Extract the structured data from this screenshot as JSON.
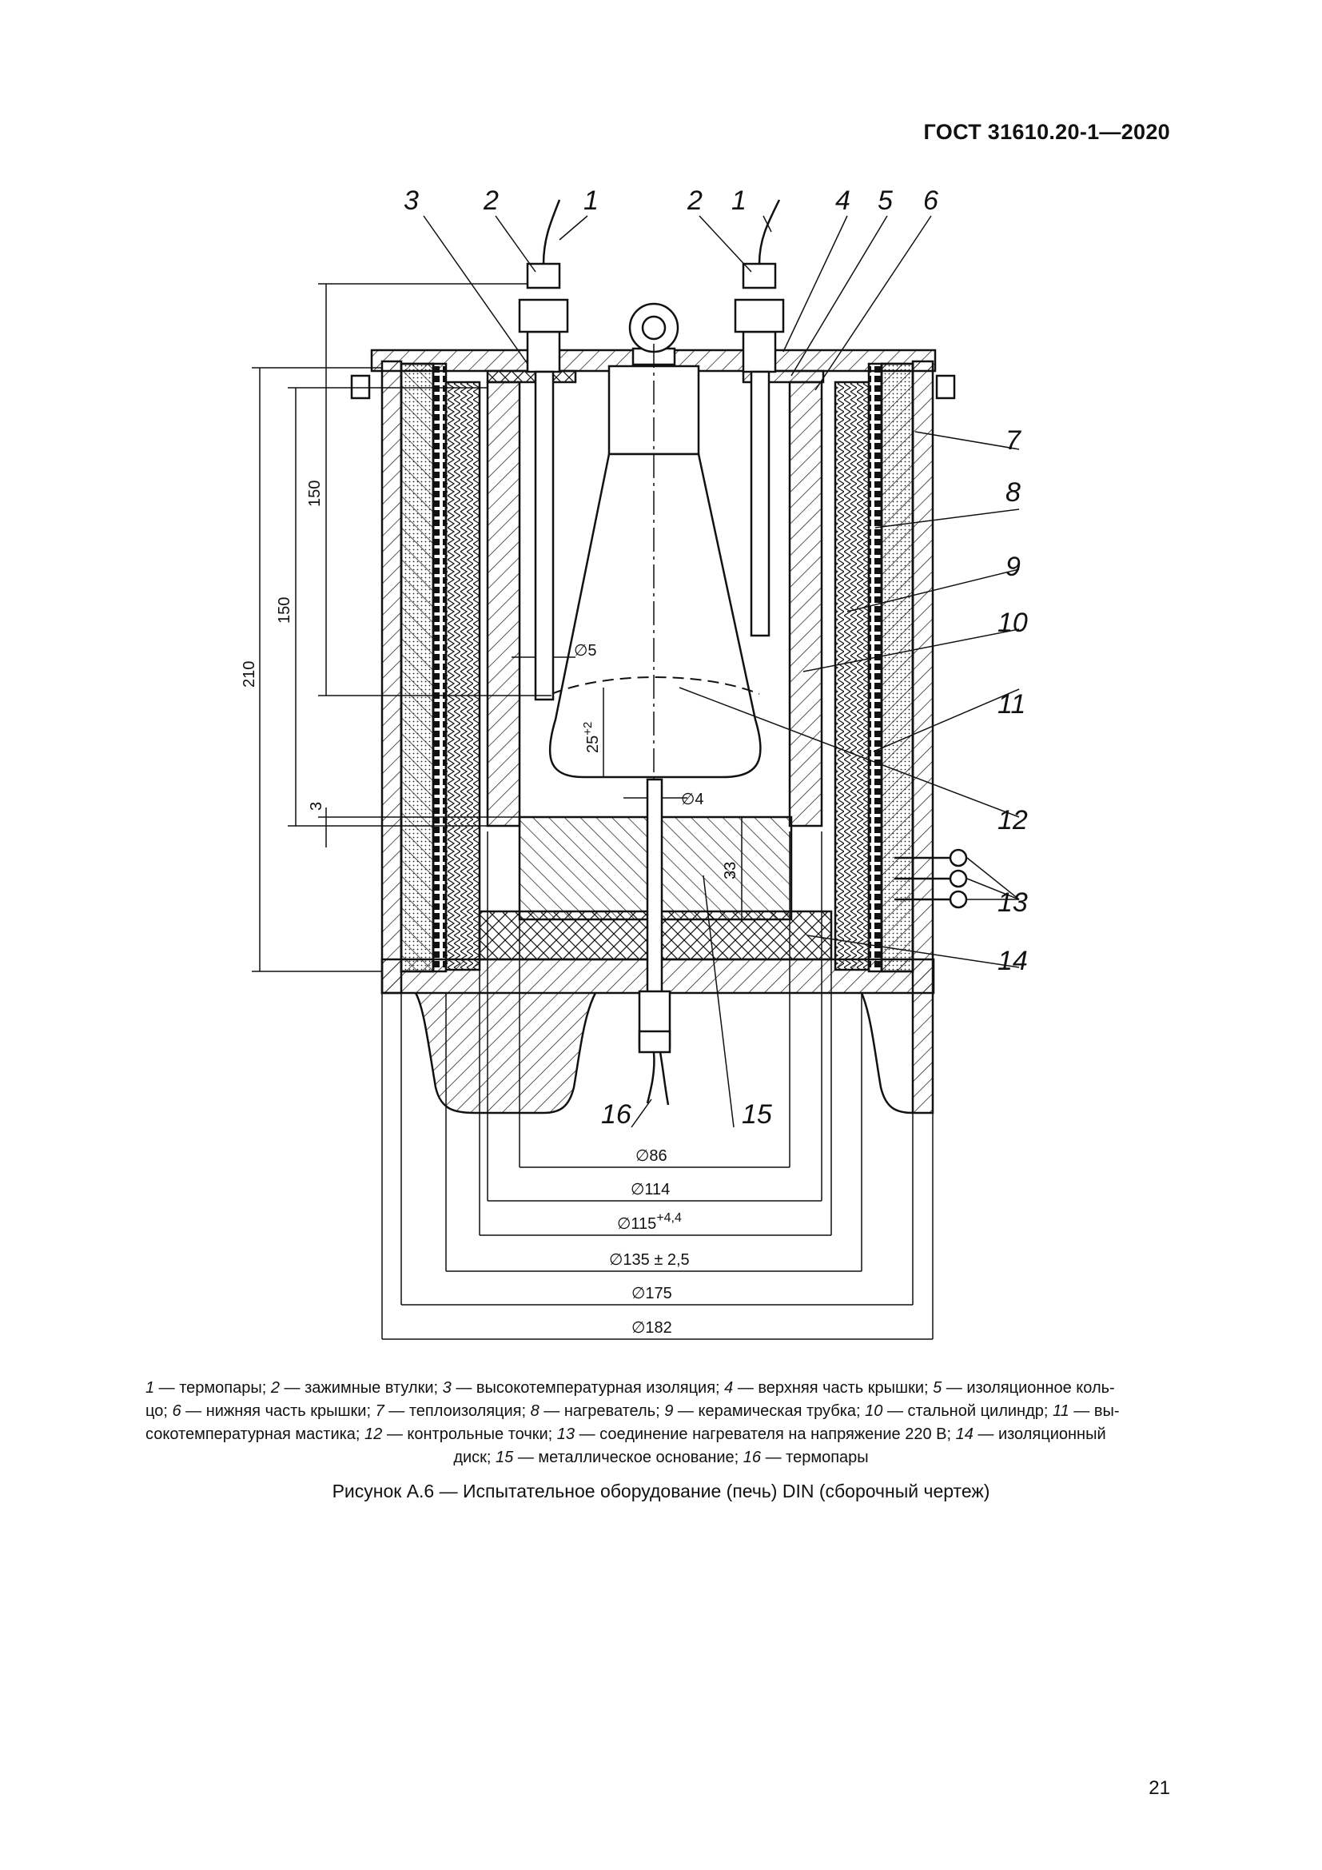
{
  "header": {
    "standard": "ГОСТ 31610.20-1—2020"
  },
  "callouts": [
    "1",
    "2",
    "3",
    "4",
    "5",
    "6",
    "7",
    "8",
    "9",
    "10",
    "11",
    "12",
    "13",
    "14",
    "15",
    "16"
  ],
  "dimensions": {
    "h210": "210",
    "h150a": "150",
    "h150b": "150",
    "h3": "3",
    "h25": "25",
    "h25_tol": "+2",
    "h33": "33",
    "d5": "∅5",
    "d4": "∅4",
    "d86": "∅86",
    "d114": "∅114",
    "d115": "∅115",
    "d115_tol": "+4,4",
    "d135": "∅135 ± 2,5",
    "d175": "∅175",
    "d182": "∅182"
  },
  "legend": [
    {
      "n": "1",
      "t": " — термопары; "
    },
    {
      "n": "2",
      "t": " — зажимные втулки; "
    },
    {
      "n": "3",
      "t": " — высокотемпературная изоляция; "
    },
    {
      "n": "4",
      "t": " — верхняя часть крышки; "
    },
    {
      "n": "5",
      "t": " — изоляционное коль-"
    },
    {
      "n": "",
      "t": "цо; "
    },
    {
      "n": "6",
      "t": " — нижняя часть крышки; "
    },
    {
      "n": "7",
      "t": " — теплоизоляция; "
    },
    {
      "n": "8",
      "t": " — нагреватель; "
    },
    {
      "n": "9",
      "t": " — керамическая трубка; "
    },
    {
      "n": "10",
      "t": " — стальной цилиндр; "
    },
    {
      "n": "11",
      "t": " — вы-"
    },
    {
      "n": "",
      "t": "сокотемпературная мастика; "
    },
    {
      "n": "12",
      "t": " — контрольные точки; "
    },
    {
      "n": "13",
      "t": " — соединение нагревателя на напряжение 220 В; "
    },
    {
      "n": "14",
      "t": " — изоляционный"
    },
    {
      "n": "",
      "t": "диск; "
    },
    {
      "n": "15",
      "t": " — металлическое основание; "
    },
    {
      "n": "16",
      "t": " — термопары"
    }
  ],
  "caption": "Рисунок А.6 — Испытательное оборудование (печь) DIN (сборочный чертеж)",
  "page_number": "21"
}
